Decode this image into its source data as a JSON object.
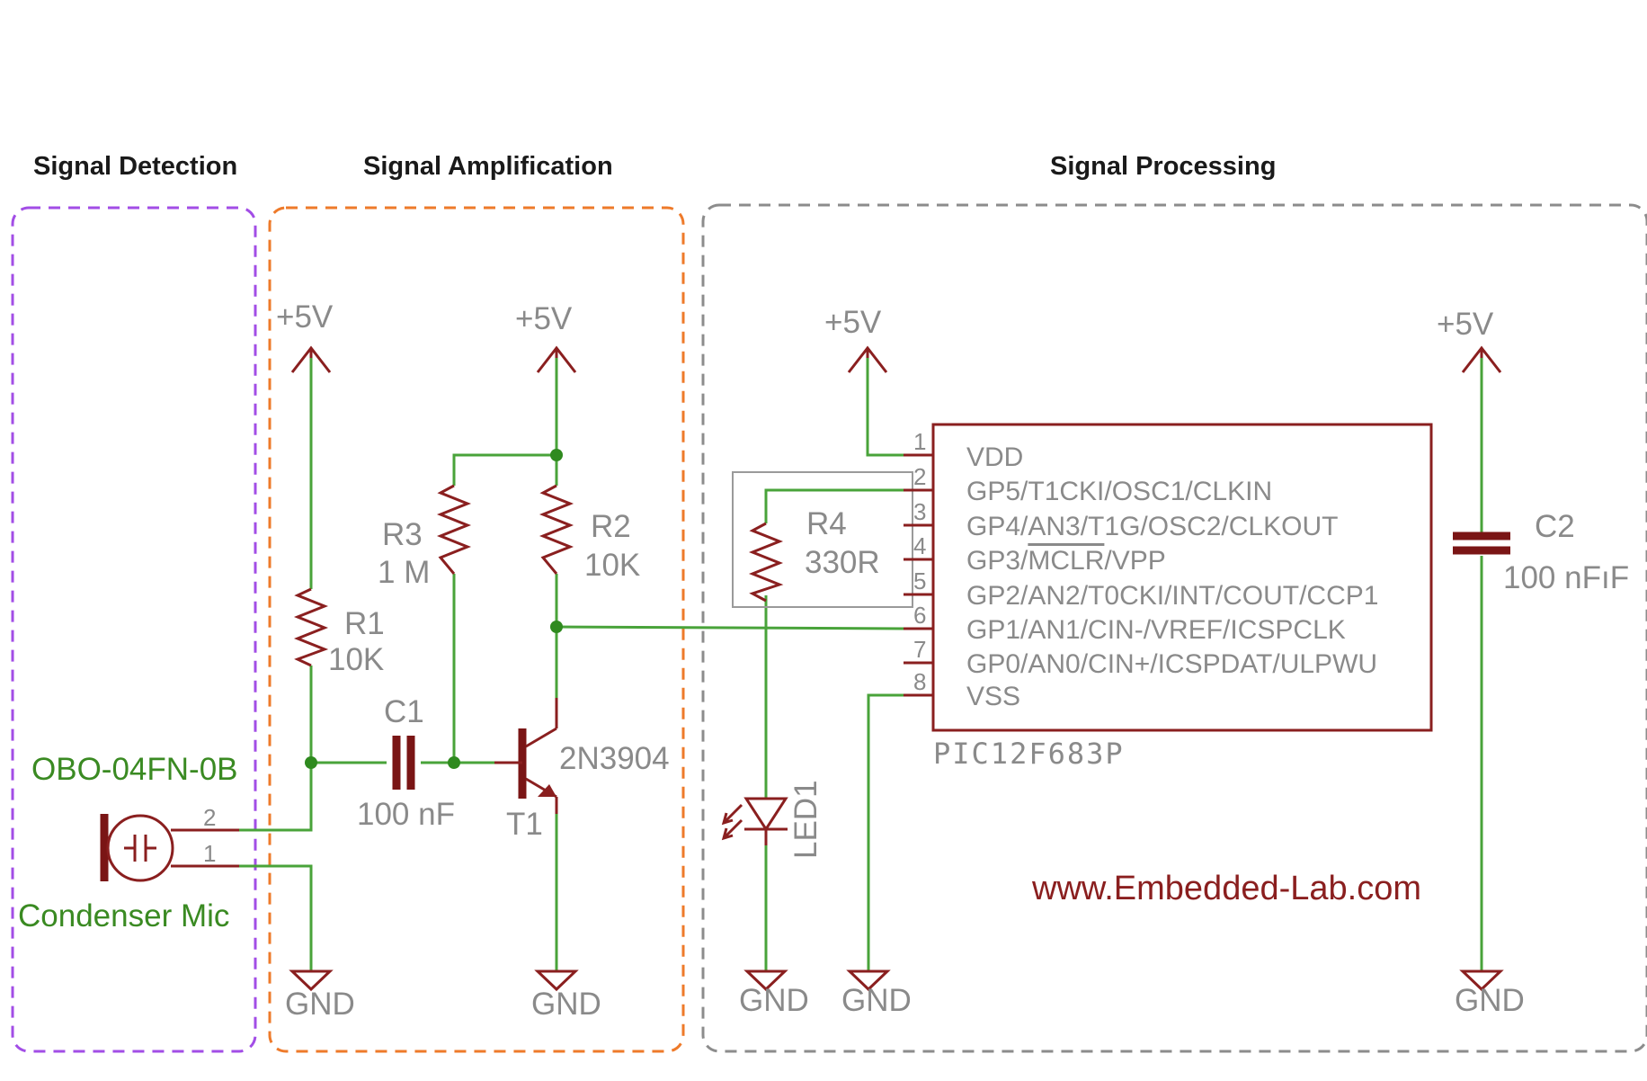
{
  "sections": {
    "detection": "Signal Detection",
    "amplification": "Signal Amplification",
    "processing": "Signal Processing"
  },
  "power": {
    "vcc": "+5V",
    "gnd": "GND"
  },
  "mic": {
    "part": "OBO-04FN-0B",
    "name": "Condenser Mic",
    "pin2": "2",
    "pin1": "1"
  },
  "r1": {
    "ref": "R1",
    "value": "10K"
  },
  "r2": {
    "ref": "R2",
    "value": "10K"
  },
  "r3": {
    "ref": "R3",
    "value": "1 M"
  },
  "r4": {
    "ref": "R4",
    "value": "330R"
  },
  "c1": {
    "ref": "C1",
    "value": "100 nF"
  },
  "c2": {
    "ref": "C2",
    "value": "100 nFıF"
  },
  "t1": {
    "ref": "T1",
    "part": "2N3904"
  },
  "led": {
    "ref": "LED1"
  },
  "mcu": {
    "name": "PIC12F683P",
    "pins": [
      {
        "num": "1",
        "label": "VDD"
      },
      {
        "num": "2",
        "label": "GP5/T1CKI/OSC1/CLKIN"
      },
      {
        "num": "3",
        "label": "GP4/AN3/T1G/OSC2/CLKOUT"
      },
      {
        "num": "4",
        "label_pre": "GP3/",
        "label_over": "MCLR",
        "label_post": "/VPP"
      },
      {
        "num": "5",
        "label": "GP2/AN2/T0CKI/INT/COUT/CCP1"
      },
      {
        "num": "6",
        "label": "GP1/AN1/CIN-/VREF/ICSPCLK"
      },
      {
        "num": "7",
        "label": "GP0/AN0/CIN+/ICSPDAT/ULPWU"
      },
      {
        "num": "8",
        "label": "VSS"
      }
    ]
  },
  "website": "www.Embedded-Lab.com",
  "colors": {
    "wire": "#49a33a",
    "component": "#8a1f1f",
    "detection_box": "#a24de6",
    "amplification_box": "#ee7a2a",
    "processing_box": "#8c8c8c"
  }
}
